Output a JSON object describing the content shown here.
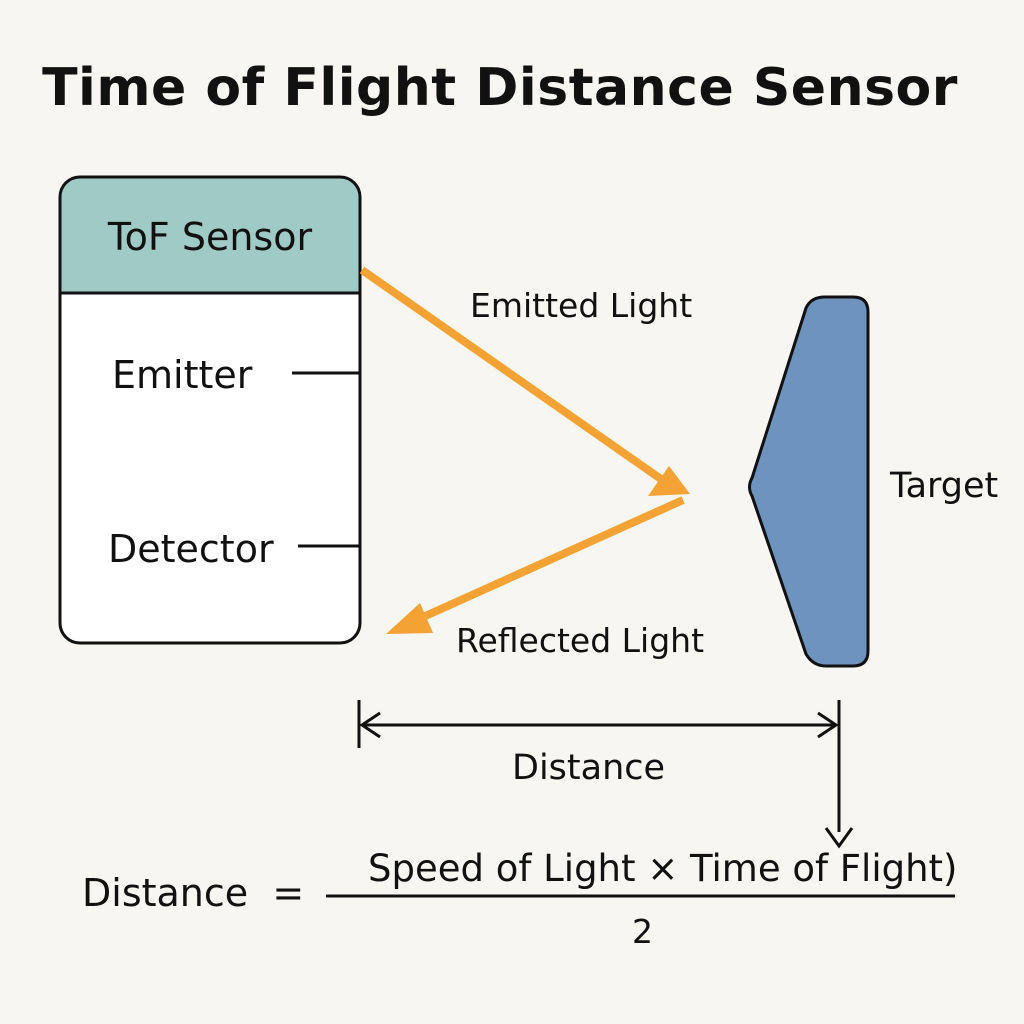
{
  "title": "Time of Flight Distance Sensor",
  "sensor": {
    "title": "ToF Sensor",
    "emitter_label": "Emitter",
    "detector_label": "Detector"
  },
  "light": {
    "emitted_label": "Emitted Light",
    "reflected_label": "Reflected Light"
  },
  "target": {
    "label": "Target"
  },
  "distance": {
    "label": "Distance"
  },
  "formula": {
    "lhs": "Distance  =",
    "numerator": "Speed of Light × Time of Flight)",
    "denominator": "2"
  },
  "colors": {
    "background": "#f7f6f2",
    "sensor_header": "#9fcac5",
    "target_fill": "#6f93bf",
    "light_arrow": "#f4a233",
    "stroke": "#111111"
  }
}
